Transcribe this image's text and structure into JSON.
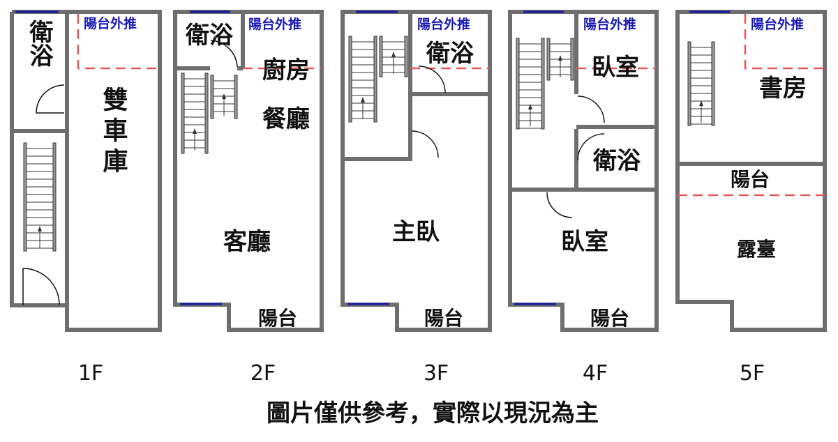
{
  "floors": [
    {
      "label": "1F",
      "rooms": {
        "bath": "衛浴",
        "garage": "雙車庫",
        "push": "陽台外推"
      }
    },
    {
      "label": "2F",
      "rooms": {
        "bath": "衛浴",
        "push": "陽台外推",
        "kitchen": "廚房",
        "dining": "餐廳",
        "living": "客廳",
        "balcony": "陽台"
      }
    },
    {
      "label": "3F",
      "rooms": {
        "bath": "衛浴",
        "push": "陽台外推",
        "master": "主臥",
        "balcony": "陽台"
      }
    },
    {
      "label": "4F",
      "rooms": {
        "bedroom1": "臥室",
        "bath": "衛浴",
        "push": "陽台外推",
        "bedroom2": "臥室",
        "balcony": "陽台"
      }
    },
    {
      "label": "5F",
      "rooms": {
        "study": "書房",
        "push": "陽台外推",
        "balcony": "陽台",
        "terrace": "露臺"
      }
    }
  ],
  "caption": "圖片僅供參考，實際以現況為主"
}
